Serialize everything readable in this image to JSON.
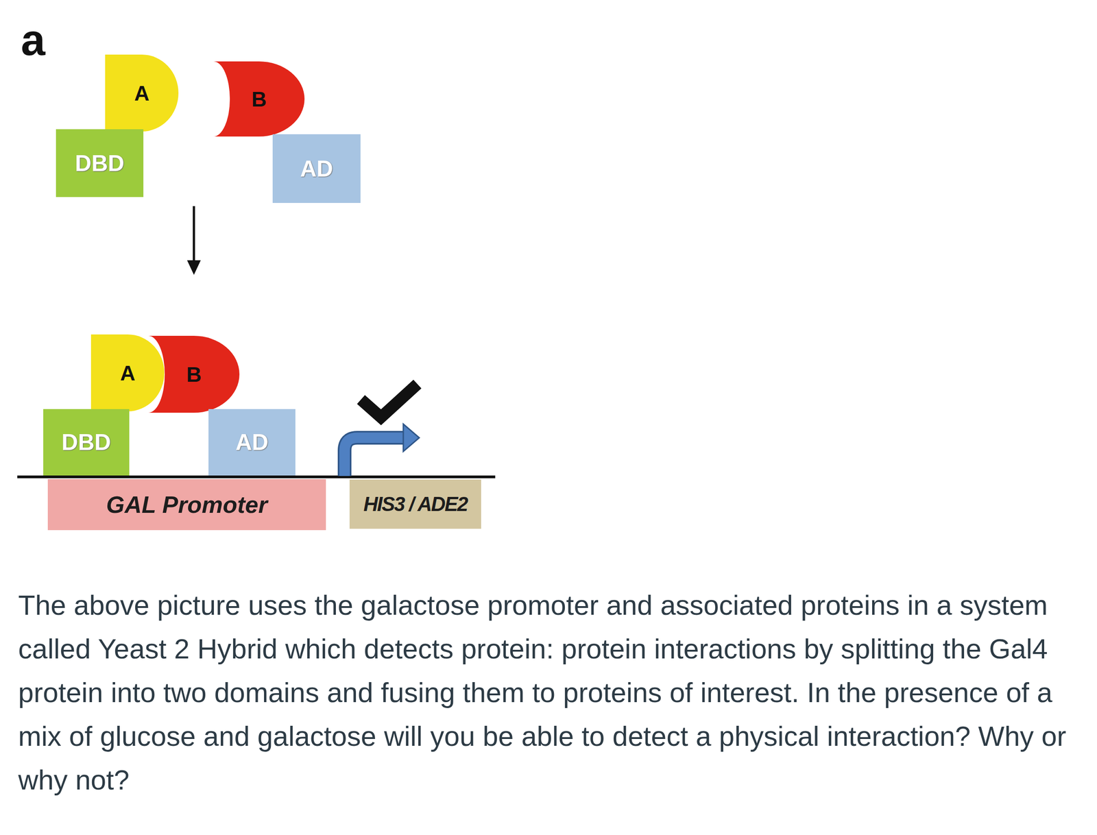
{
  "diagram": {
    "caption": "The above picture uses the galactose promoter and associated proteins in a system called Yeast 2 Hybrid which detects protein: protein interactions by splitting the Gal4 protein into two domains and fusing them to proteins of interest. In the presence of a mix of glucose and galactose will you be able to detect a physical interaction? Why or why not?",
    "nodes": [
      {
        "text": [
          "A"
        ]
      },
      {
        "text": [
          "DBD"
        ]
      },
      {
        "text": [
          "B"
        ]
      },
      {
        "text": [
          "AD"
        ]
      },
      {
        "text": [
          "A"
        ]
      },
      {
        "text": [
          "B"
        ]
      },
      {
        "text": [
          "DBD"
        ]
      },
      {
        "text": [
          "AD"
        ]
      },
      {
        "text": [
          "GAL Promoter"
        ]
      },
      {
        "text": [
          "HIS3 / ADE2"
        ]
      }
    ],
    "labels": [
      "a"
    ]
  }
}
